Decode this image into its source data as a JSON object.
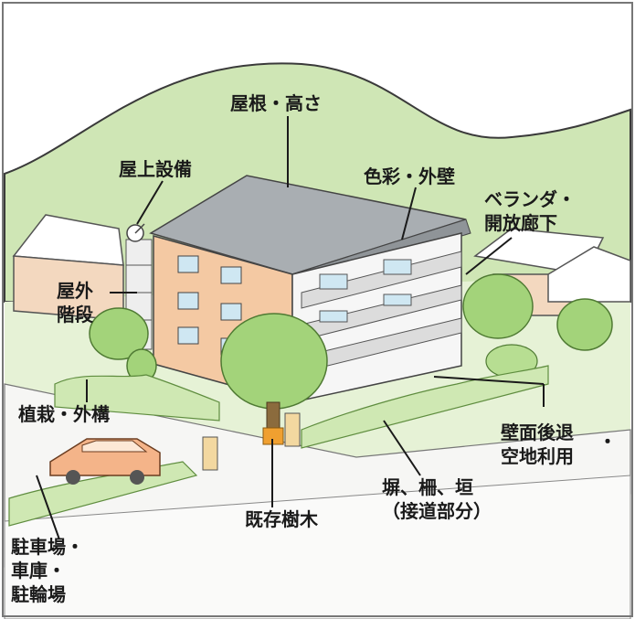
{
  "labels": {
    "roof_height": "屋根・高さ",
    "rooftop_equipment": "屋上設備",
    "color_wall": "色彩・外壁",
    "veranda_line1": "ベランダ・",
    "veranda_line2": "開放廊下",
    "outdoor_stairs_line1": "屋外",
    "outdoor_stairs_line2": "階段",
    "planting": "植栽・外構",
    "setback_line1": "壁面後退",
    "setback_line2": "・",
    "setback_line3": "空地利用",
    "fence_line1": "塀、柵、垣",
    "fence_line2": "（接道部分）",
    "existing_tree": "既存樹木",
    "parking_line1": "駐車場・",
    "parking_line2": "車庫・",
    "parking_line3": "駐輪場"
  },
  "colors": {
    "sky": "#ffffff",
    "hill": "#cfe6b5",
    "hill_edge": "#3a3a3a",
    "ground": "#e3f1d3",
    "road": "#f4f4f2",
    "building_brick": "#f4c9a3",
    "building_white": "#f6f6f6",
    "roof": "#a7adb0",
    "tree": "#9fd176",
    "tree_dark": "#6fae4c",
    "car": "#f4b489",
    "window": "#cfe7f2"
  }
}
